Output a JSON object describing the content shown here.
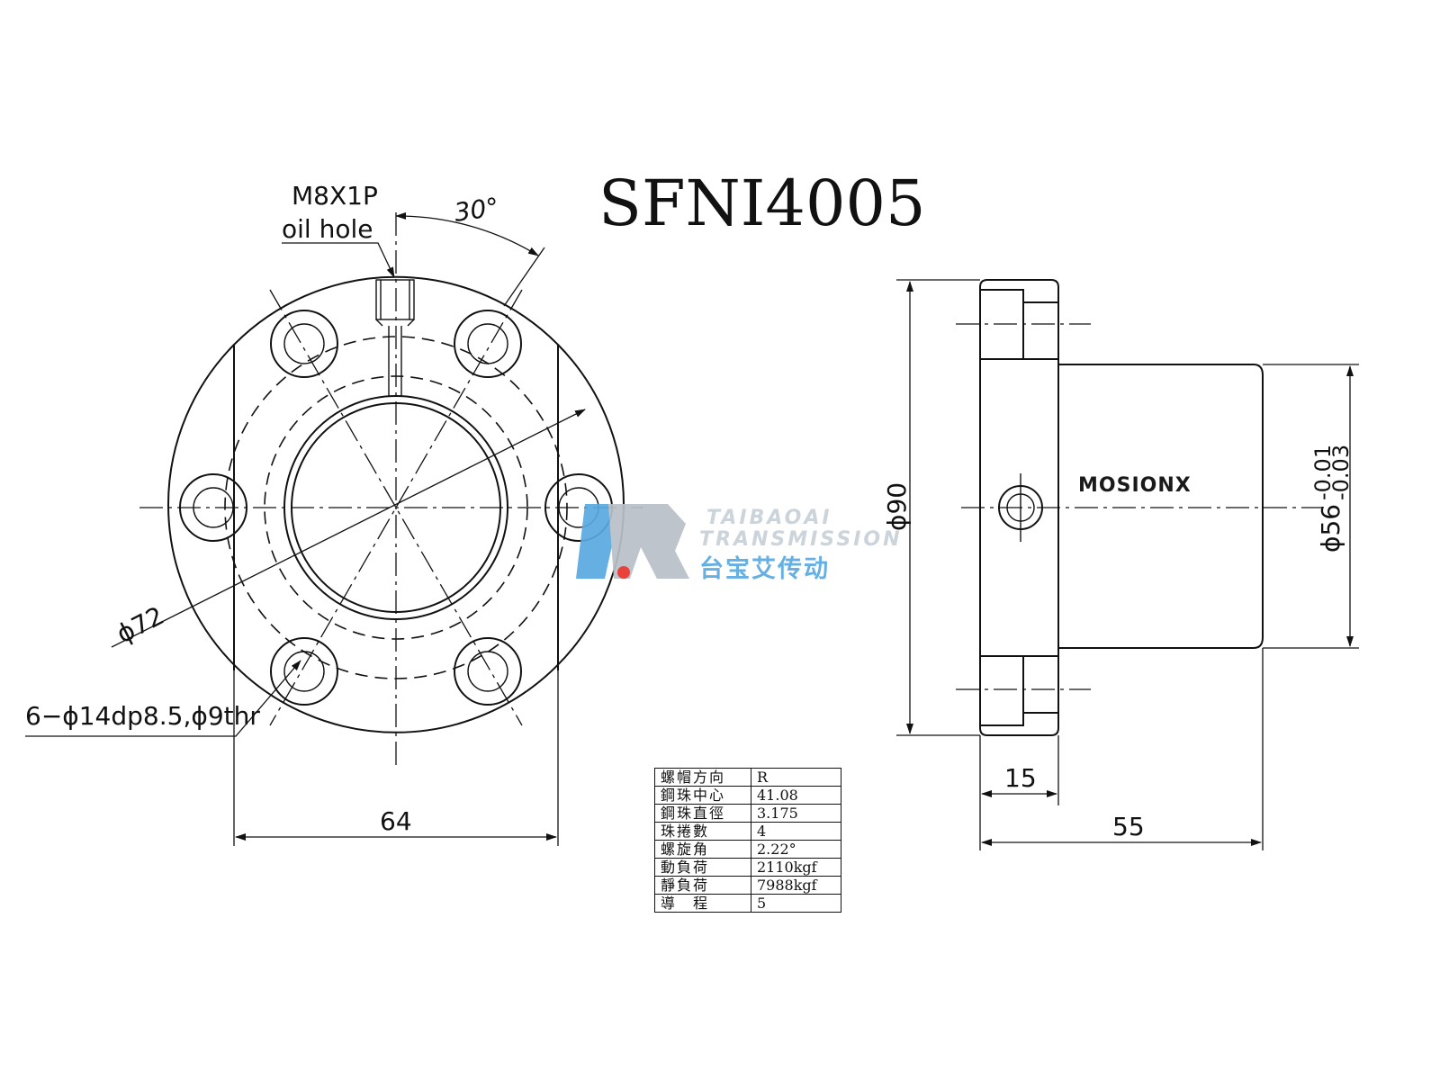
{
  "title": "SFNI4005",
  "front_view": {
    "oil_hole_thread": "M8X1P",
    "oil_hole_label": "oil hole",
    "angle_label": "30°",
    "pcd_label": "ϕ72",
    "holes_label": "6−ϕ14dp8.5,ϕ9thr",
    "width_label": "64"
  },
  "side_view": {
    "flange_diameter_label": "ϕ90",
    "body_diameter_label": "ϕ56",
    "body_tolerance_upper": "-0.01",
    "body_tolerance_lower": "-0.03",
    "flange_thickness_label": "15",
    "length_label": "55",
    "brand": "MOSIONX"
  },
  "watermark": {
    "line1": "TAIBAOAI",
    "line2": "TRANSMISSION",
    "chinese": "台宝艾传动",
    "colors": {
      "light_blue": "#5aa9e0",
      "dark_blue": "#1f4f8a",
      "gray": "#b9c0c7",
      "red": "#e8322b"
    }
  },
  "spec_table": [
    {
      "key": "螺帽方向",
      "value": "R"
    },
    {
      "key": "鋼珠中心",
      "value": "41.08"
    },
    {
      "key": "鋼珠直徑",
      "value": "3.175"
    },
    {
      "key": "珠捲數",
      "value": "4"
    },
    {
      "key": "螺旋角",
      "value": "2.22°"
    },
    {
      "key": "動負荷",
      "value": "2110kgf"
    },
    {
      "key": "靜負荷",
      "value": "7988kgf"
    },
    {
      "key": "導　程",
      "value": "5"
    }
  ]
}
